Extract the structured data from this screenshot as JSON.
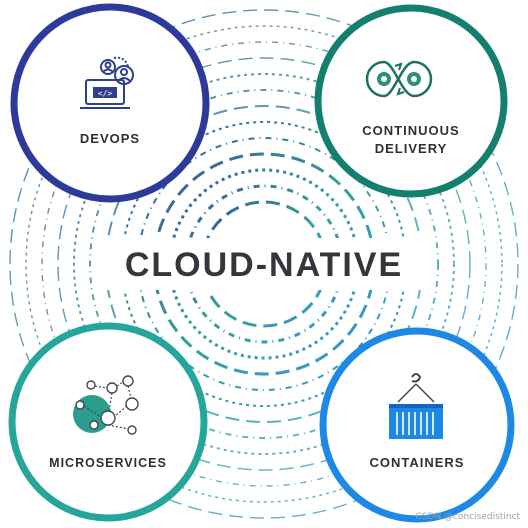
{
  "center": {
    "title": "CLOUD-NATIVE"
  },
  "nodes": {
    "devops": {
      "label": "DEVOPS",
      "ring_color": "#2e3a9a",
      "icon": "developer-laptop-icon"
    },
    "continuous_delivery": {
      "label_line1": "CONTINUOUS",
      "label_line2": "DELIVERY",
      "ring_color": "#157f6f",
      "icon": "gear-loop-icon"
    },
    "microservices": {
      "label": "MICROSERVICES",
      "ring_color": "#26a69a",
      "icon": "network-nodes-icon"
    },
    "containers": {
      "label": "CONTAINERS",
      "ring_color": "#1e88e5",
      "icon": "shipping-container-icon"
    }
  },
  "watermark": "CSDN @concisedistinct",
  "colors": {
    "ring_blue_dark": "#27468f",
    "ring_teal": "#2a9d8f",
    "ring_blue_light": "#2b8fd6",
    "text_dark": "#2d3036"
  }
}
